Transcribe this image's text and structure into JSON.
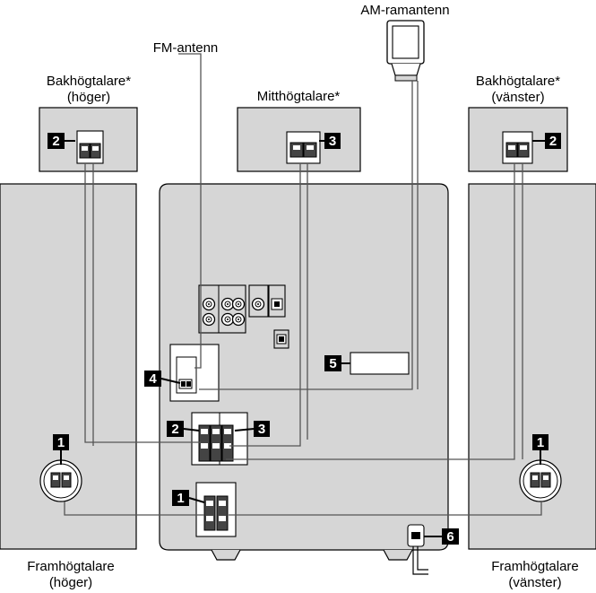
{
  "labels": {
    "am_antenna": "AM-ramantenn",
    "fm_antenna": "FM-antenn",
    "rear_right_1": "Bakhögtalare*",
    "rear_right_2": "(höger)",
    "center": "Mitthögtalare*",
    "rear_left_1": "Bakhögtalare*",
    "rear_left_2": "(vänster)",
    "front_right_1": "Framhögtalare",
    "front_right_2": "(höger)",
    "front_left_1": "Framhögtalare",
    "front_left_2": "(vänster)"
  },
  "steps": {
    "one": "1",
    "two": "2",
    "three": "3",
    "four": "4",
    "five": "5",
    "six": "6"
  },
  "colors": {
    "speaker_fill": "#d6d6d6",
    "wire": "#555555",
    "badge": "#000000"
  }
}
